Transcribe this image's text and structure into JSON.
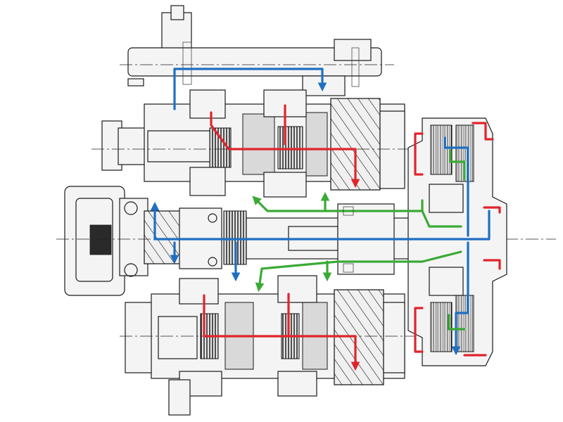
{
  "figure": {
    "type": "transmission-cutaway-diagram"
  },
  "colors": {
    "background": "#ffffff",
    "ink": "#1a1a1a",
    "gear_fill": "#d9d9d9",
    "flow_blue": "#1f6fc2",
    "flow_red": "#e0242c",
    "flow_green": "#3aaa35"
  },
  "flows": [
    {
      "name": "blue-power-flow",
      "color": "#1f6fc2"
    },
    {
      "name": "red-power-flow",
      "color": "#e0242c"
    },
    {
      "name": "green-power-flow",
      "color": "#3aaa35"
    }
  ]
}
